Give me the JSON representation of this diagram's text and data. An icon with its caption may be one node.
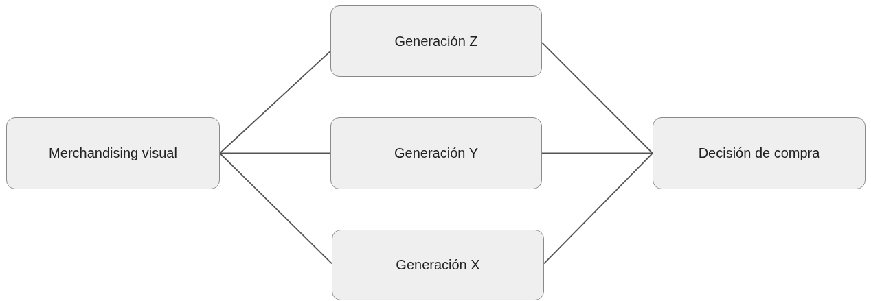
{
  "diagram": {
    "nodes": [
      {
        "text": [
          "Merchandising visual"
        ]
      },
      {
        "text": [
          "Generación Z"
        ]
      },
      {
        "text": [
          "Generación Y"
        ]
      },
      {
        "text": [
          "Generación X"
        ]
      },
      {
        "text": [
          "Decisión de compra"
        ]
      }
    ],
    "edges": [
      {
        "from": 0,
        "to": 1,
        "arrow": "none"
      },
      {
        "from": 0,
        "to": 2,
        "arrow": "none"
      },
      {
        "from": 0,
        "to": 3,
        "arrow": "none"
      },
      {
        "from": 1,
        "to": 4,
        "arrow": "none"
      },
      {
        "from": 2,
        "to": 4,
        "arrow": "none"
      },
      {
        "from": 3,
        "to": 4,
        "arrow": "none"
      }
    ]
  }
}
